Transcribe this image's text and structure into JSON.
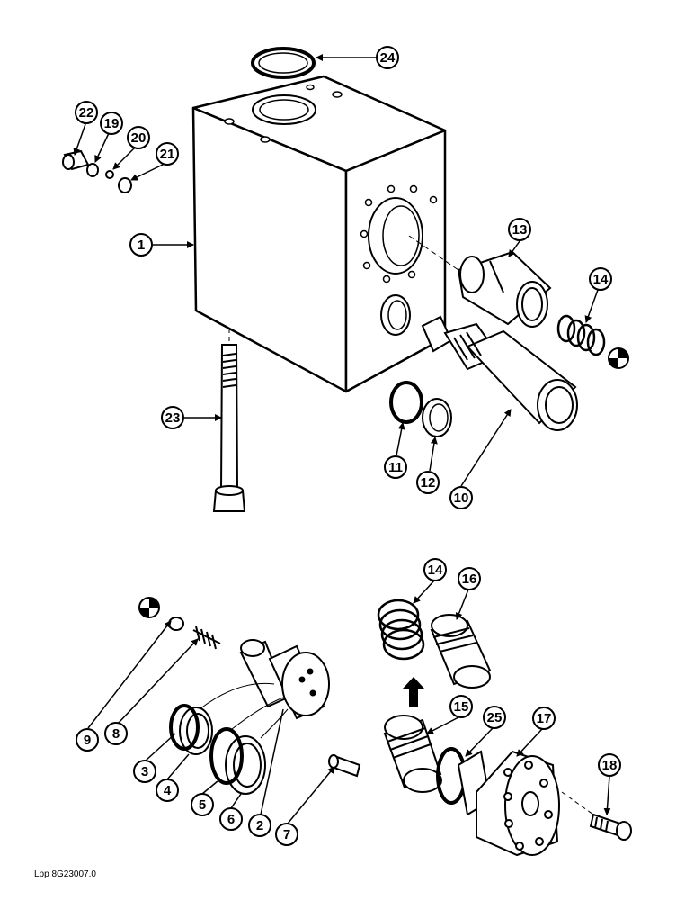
{
  "diagram": {
    "reference_code": "Lpp 8G23007.0",
    "callouts": [
      "1",
      "2",
      "3",
      "4",
      "5",
      "6",
      "7",
      "8",
      "9",
      "10",
      "11",
      "12",
      "13",
      "14",
      "14",
      "15",
      "16",
      "17",
      "18",
      "19",
      "20",
      "21",
      "22",
      "23",
      "24",
      "25"
    ]
  }
}
